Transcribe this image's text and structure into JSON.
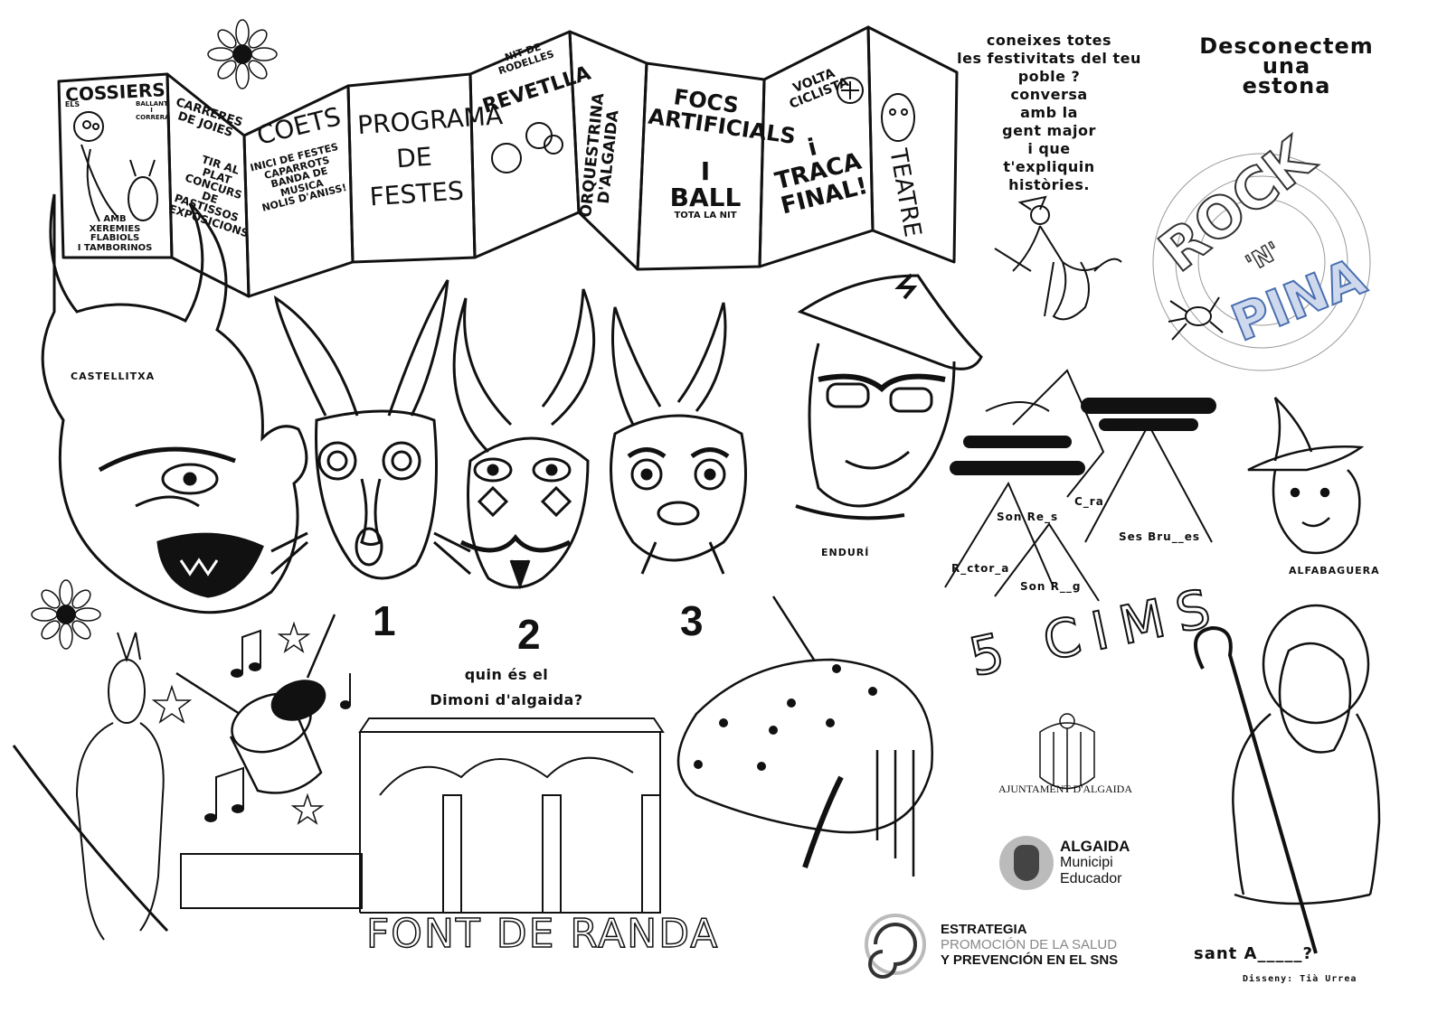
{
  "leaflet": {
    "panels": [
      {
        "title": "COSSIERS",
        "lines": [
          "ELS",
          "AMB",
          "XEREMIES",
          "FLABIOLS",
          "I TAMBORINOS"
        ],
        "side": [
          "BALLANT",
          "I",
          "CORRERA"
        ]
      },
      {
        "title": "CARRERES DE JOIES",
        "lines": [
          "TIR AL PLAT",
          "CONCURS DE PASTISSOS",
          "EXPOSICIONS"
        ]
      },
      {
        "title": "COETS",
        "lines": [
          "INICI DE FESTES",
          "CAPARROTS",
          "BANDA DE MUSICA",
          "NOLIS D'ANISS!"
        ]
      },
      {
        "title": "PROGRAMA DE FESTES",
        "lines": []
      },
      {
        "title": "REVETLLA",
        "lines": [
          "NIT DE",
          "RODELLES"
        ]
      },
      {
        "title": "ORQUESTRINA D'ALGAIDA",
        "lines": []
      },
      {
        "title": "FOCS ARTIFICIALS",
        "lines": [
          "I",
          "BALL",
          "TOTA LA NIT"
        ]
      },
      {
        "title": "VOLTA CICLISTA",
        "lines": [
          "i",
          "TRACA FINAL!"
        ]
      },
      {
        "title": "TEATRE",
        "lines": []
      }
    ]
  },
  "festivals_question": [
    "coneixes totes",
    "les festivitats del teu",
    "poble ?",
    "conversa",
    "amb la",
    "gent major",
    "i que",
    "t'expliquin",
    "històries."
  ],
  "disconnect_title": [
    "Desconectem",
    "una",
    "estona"
  ],
  "rock_logo": {
    "text1": "ROCK",
    "text2": "'N'",
    "text3": "PINA"
  },
  "masks": {
    "castellitxa_label": "CASTELLITXA",
    "numbers": [
      "1",
      "2",
      "3"
    ],
    "question": [
      "quin és el",
      "Dimoni d'algaida?"
    ]
  },
  "enduri_label": "ENDURÍ",
  "peaks": {
    "labels": [
      "C_ra",
      "Son Re_s",
      "Ses Bru__es",
      "R_ctor_a",
      "Son R__g"
    ],
    "title": "5 CIMS"
  },
  "alfabaguera_label": "ALFABAGUERA",
  "font_randa": "FONT DE RANDA",
  "saint_question": "sant A_____?",
  "credit": "Disseny: Tià Urrea",
  "logos": {
    "ajuntament": "AJUNTAMENT D'ALGAIDA",
    "municipi": [
      "ALGAIDA",
      "Municipi",
      "Educador"
    ],
    "estrategia": [
      "ESTRATEGIA",
      "PROMOCIÓN DE LA SALUD",
      "Y PREVENCIÓN EN EL SNS"
    ]
  },
  "colors": {
    "ink": "#111111",
    "accent_blue": "#4a6fb0",
    "grey": "#888888"
  }
}
